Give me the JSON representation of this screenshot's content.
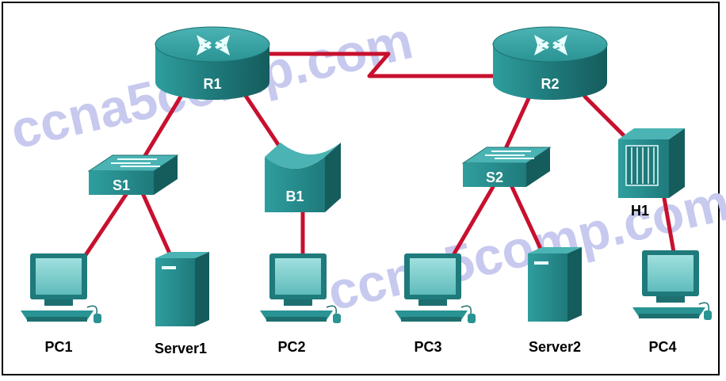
{
  "watermark": "ccna5comp.com",
  "colors": {
    "link": "#c8102e",
    "device": "#2a9393",
    "device_dark": "#1d6f70",
    "device_light": "#5fc0c0",
    "screen": "#7fd0cf",
    "watermark": "#c7c9ee"
  },
  "devices": {
    "r1": "R1",
    "r2": "R2",
    "s1": "S1",
    "s2": "S2",
    "b1": "B1",
    "h1": "H1",
    "pc1": "PC1",
    "pc2": "PC2",
    "pc3": "PC3",
    "pc4": "PC4",
    "server1": "Server1",
    "server2": "Server2"
  }
}
